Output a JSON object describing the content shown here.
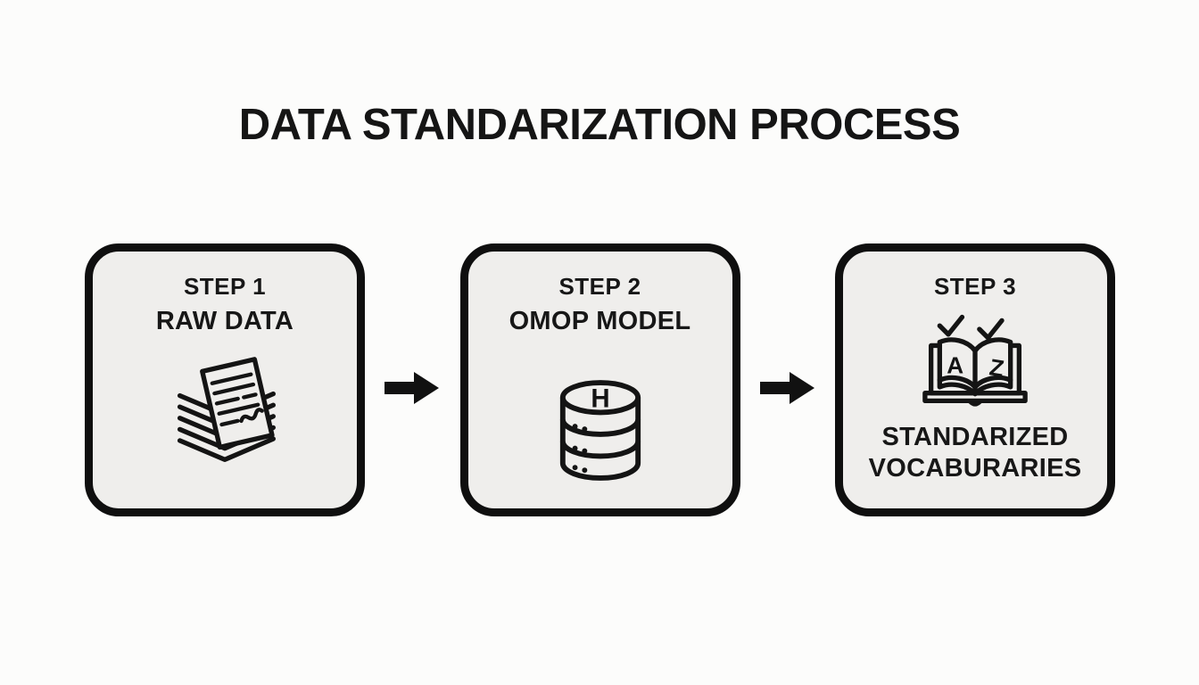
{
  "title": "DATA STANDARIZATION PROCESS",
  "steps": [
    {
      "label": "STEP 1",
      "name": "RAW DATA",
      "icon": "document-stack-icon"
    },
    {
      "label": "STEP 2",
      "name": "OMOP MODEL",
      "icon": "database-icon",
      "icon_text": "H"
    },
    {
      "label": "STEP 3",
      "name": "STANDARIZED VOCABURARIES",
      "name_lines": [
        "STANDARIZED",
        "VOCABURARIES"
      ],
      "icon": "dictionary-book-icon",
      "icon_text_left": "A",
      "icon_text_right": "Z"
    }
  ],
  "colors": {
    "page_background": "#fcfcfb",
    "box_fill": "#efeeec",
    "box_border": "#0f0f0f",
    "text": "#171717",
    "icon_stroke": "#141414",
    "arrow": "#111111"
  }
}
